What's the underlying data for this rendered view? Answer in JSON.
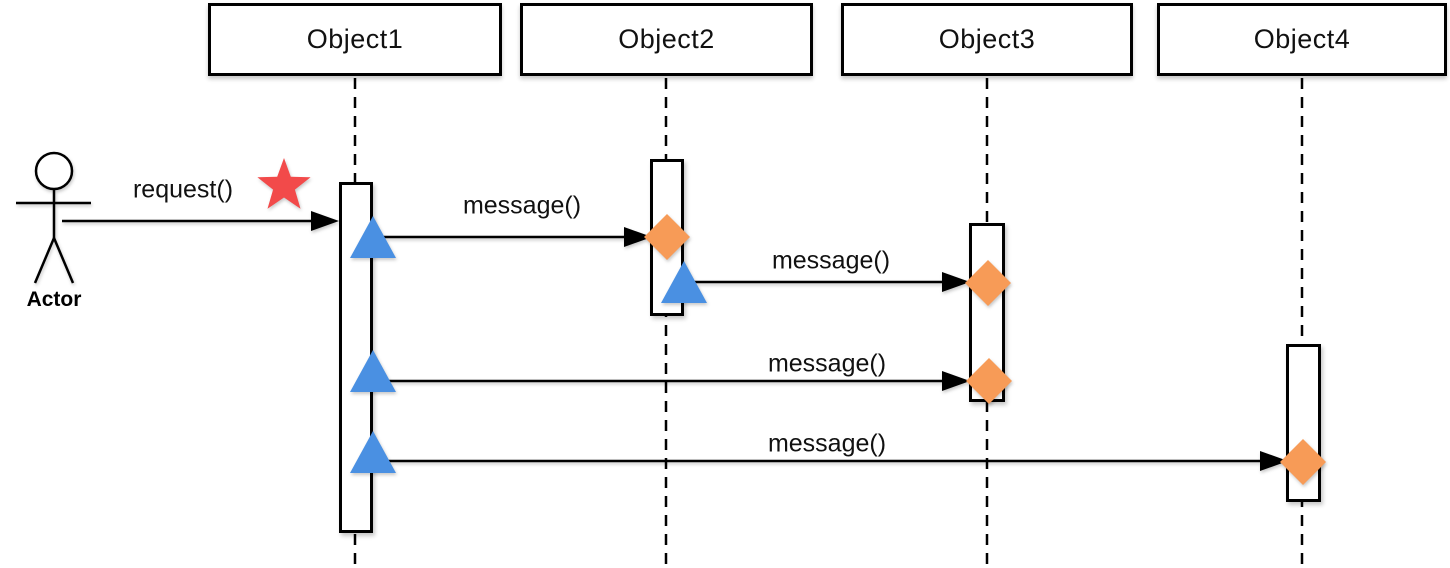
{
  "diagram": {
    "type": "uml-sequence-diagram",
    "actor": {
      "label": "Actor"
    },
    "objects": [
      {
        "label": "Object1"
      },
      {
        "label": "Object2"
      },
      {
        "label": "Object3"
      },
      {
        "label": "Object4"
      }
    ],
    "messages": [
      {
        "label": "request()",
        "from": "Actor",
        "to": "Object1",
        "start_marker": "red-star",
        "end_marker": "arrowhead"
      },
      {
        "label": "message()",
        "from": "Object1",
        "to": "Object2",
        "start_marker": "blue-triangle",
        "end_marker": "orange-diamond"
      },
      {
        "label": "message()",
        "from": "Object2",
        "to": "Object3",
        "start_marker": "blue-triangle",
        "end_marker": "orange-diamond"
      },
      {
        "label": "message()",
        "from": "Object1",
        "to": "Object3",
        "start_marker": "blue-triangle",
        "end_marker": "orange-diamond"
      },
      {
        "label": "message()",
        "from": "Object1",
        "to": "Object4",
        "start_marker": "blue-triangle",
        "end_marker": "orange-diamond"
      }
    ],
    "colors": {
      "send_triangle": "#4A90E2",
      "receive_diamond": "#F79B57",
      "star": "#F24A4A",
      "line": "#000000",
      "background": "#FFFFFF"
    }
  }
}
